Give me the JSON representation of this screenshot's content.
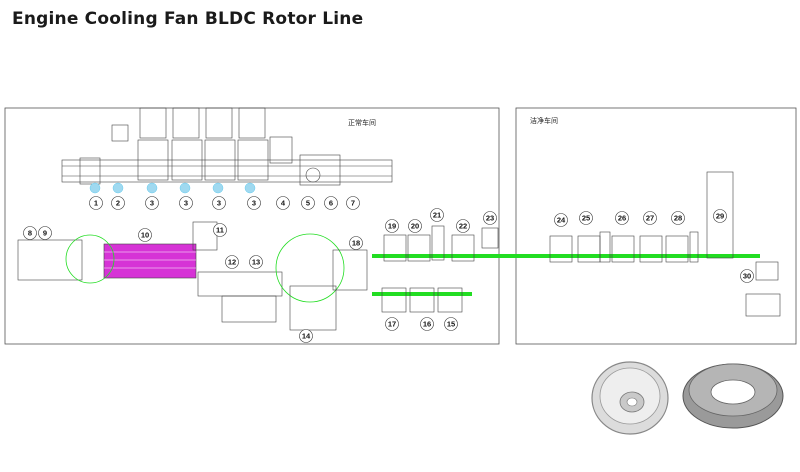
{
  "title": "Engine Cooling Fan BLDC Rotor Line",
  "areas": {
    "normal_workshop": "正常车间",
    "clean_workshop": "洁净车间"
  },
  "stations": [
    {
      "n": "1"
    },
    {
      "n": "2"
    },
    {
      "n": "3"
    },
    {
      "n": "3"
    },
    {
      "n": "3"
    },
    {
      "n": "3"
    },
    {
      "n": "4"
    },
    {
      "n": "5"
    },
    {
      "n": "6"
    },
    {
      "n": "7"
    },
    {
      "n": "8"
    },
    {
      "n": "9"
    },
    {
      "n": "10"
    },
    {
      "n": "11"
    },
    {
      "n": "12"
    },
    {
      "n": "13"
    },
    {
      "n": "14"
    },
    {
      "n": "15"
    },
    {
      "n": "16"
    },
    {
      "n": "17"
    },
    {
      "n": "18"
    },
    {
      "n": "19"
    },
    {
      "n": "20"
    },
    {
      "n": "21"
    },
    {
      "n": "22"
    },
    {
      "n": "23"
    },
    {
      "n": "24"
    },
    {
      "n": "25"
    },
    {
      "n": "26"
    },
    {
      "n": "27"
    },
    {
      "n": "28"
    },
    {
      "n": "29"
    },
    {
      "n": "30"
    }
  ],
  "colors": {
    "conveyor_green": "#22dd22",
    "magenta_line": "#d633d6",
    "cyan_robot": "#66ccee",
    "line_gray": "#444444"
  },
  "icons": [
    "stator-core-image",
    "fan-hub-image"
  ]
}
